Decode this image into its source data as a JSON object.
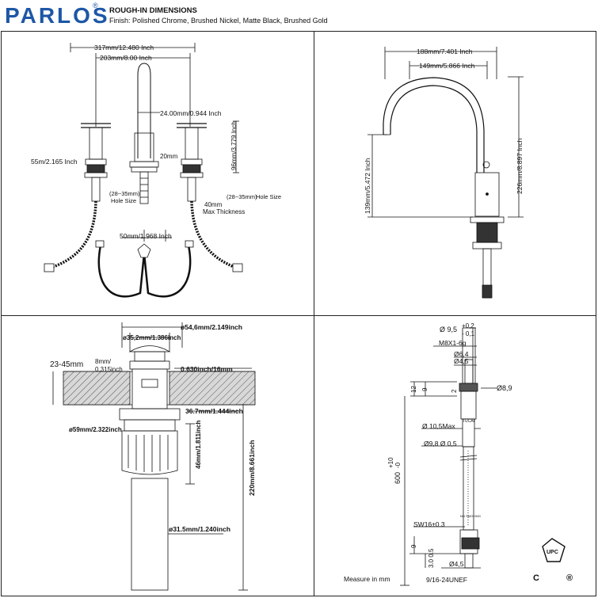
{
  "header": {
    "brand": "PARLOS",
    "registered": "®",
    "title": "ROUGH-IN DIMENSIONS",
    "finish": "Finish: Polished Chrome, Brushed Nickel, Matte Black, Brushed Gold"
  },
  "front_view": {
    "total_width": "317mm/12.480 Inch",
    "center_width": "203mm/8.00 Inch",
    "spout_dia": "24.00mm/0.944  Inch",
    "handle_height": "55m/2.165 Inch",
    "body_height": "96mm/3.779 Inch",
    "nut_width": "20mm",
    "hole_size_left_1": "(28~35mm)",
    "hole_size_left_2": "Hole Size",
    "hole_size_right_1": "(28~35mm)",
    "hole_size_right_2": "Hole Size",
    "max_thickness_1": "40mm",
    "max_thickness_2": "Max Thickness",
    "shank_spacing": "50mm/1.968 Inch"
  },
  "side_view": {
    "reach": "188mm/7.401 Inch",
    "spout_reach": "149mm/5.866 Inch",
    "spout_height": "139mm/5.472 Inch",
    "total_height": "226mm/8.897 Inch"
  },
  "drain_view": {
    "outer_dia": "ø54,6mm/2.149inch",
    "cap_dia": "ø35,2mm/1.386inch",
    "counter_thickness": "23-45mm",
    "lip_1": "8mm/",
    "lip_2": "0.315inch",
    "gap": "0.630inch/16mm",
    "flange": "36.7mm/1.444inch",
    "body_dia": "ø59mm/2.322inch",
    "body_height": "46mm/1.811inch",
    "total_length": "220mm/8.661inch",
    "pipe_dia": "ø31.5mm/1.240inch"
  },
  "hose_view": {
    "tip_dia": "Ø 9,5",
    "tip_tol_plus": "+0,2",
    "tip_tol_minus": "- 0,1",
    "thread": "M8X1-6g",
    "d64": "Ø6,4",
    "d45": "Ø4,5",
    "d89": "Ø8,9",
    "dim_12": "12",
    "dim_9a": "9",
    "dim_2": "2",
    "max_dia": "Ø 10,5Max",
    "hose_dia": "Ø9,8 Ø 0,5",
    "length": "600",
    "length_tol_plus": "+10",
    "length_tol_minus": "-0",
    "sw": "SW16±0.3",
    "dim_9b": "9",
    "dim_305": "3.0 0.5",
    "d45b": "Ø4,5",
    "bottom_thread": "9/16-24UNEF",
    "measure": "Measure in mm",
    "hose_label_1": "TUCAI",
    "hose_label_2": "NO SMOKING",
    "cert_upc": "UPC",
    "cert_c": "C",
    "cert_r": "®"
  }
}
